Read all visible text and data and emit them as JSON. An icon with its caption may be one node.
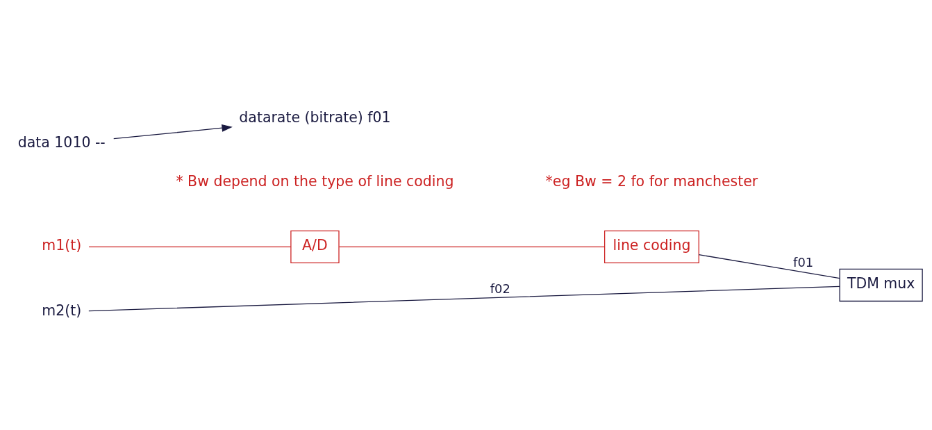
{
  "diagram": {
    "nodes": [
      {
        "text": [
          "m1(t)"
        ]
      },
      {
        "text": [
          "A/D"
        ]
      },
      {
        "text": [
          "line coding"
        ]
      },
      {
        "text": [
          "TDM mux"
        ]
      },
      {
        "text": [
          "m2(t)"
        ]
      },
      {
        "text": [
          "data 1010 --"
        ]
      },
      {
        "text": [
          "datarate (bitrate) f01"
        ]
      }
    ],
    "edges": [
      {
        "from": 0,
        "to": 1,
        "arrow": "none",
        "color": "#cc2222"
      },
      {
        "from": 1,
        "to": 2,
        "arrow": "none",
        "color": "#cc2222"
      },
      {
        "from": 2,
        "to": 3,
        "arrow": "none",
        "label": "f01"
      },
      {
        "from": 4,
        "to": 3,
        "arrow": "none",
        "label": "f02"
      },
      {
        "from": 5,
        "to": 6,
        "arrow": "to"
      }
    ],
    "labels": [
      "* Bw depend on the type of line coding",
      "*eg Bw = 2 fo for manchester"
    ]
  }
}
